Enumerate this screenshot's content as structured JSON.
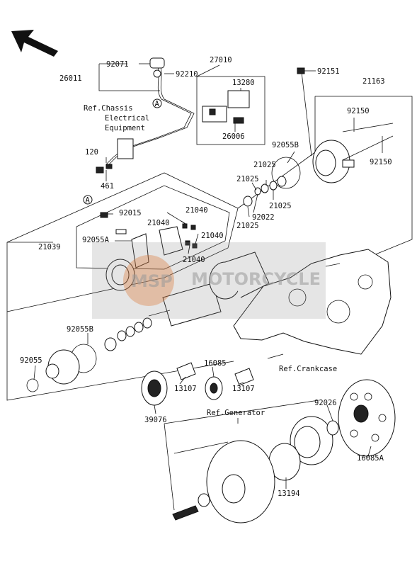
{
  "parts": {
    "p92071": "92071",
    "p92210": "92210",
    "p26011": "26011",
    "p27010": "27010",
    "p13280": "13280",
    "p26006": "26006",
    "p92151": "92151",
    "p21163": "21163",
    "p92150a": "92150",
    "p92150b": "92150",
    "p92055B_top": "92055B",
    "p21025a": "21025",
    "p21025b": "21025",
    "p21025c": "21025",
    "p21025d": "21025",
    "p92022": "92022",
    "p120": "120",
    "p461": "461",
    "p92015": "92015",
    "p21040a": "21040",
    "p21040b": "21040",
    "p21040c": "21040",
    "p21040d": "21040",
    "p92055A": "92055A",
    "p21039": "21039",
    "p92055B_left": "92055B",
    "p92055": "92055",
    "p16085": "16085",
    "p13107a": "13107",
    "p13107b": "13107",
    "p39076": "39076",
    "p92026": "92026",
    "p16085A": "16085A",
    "p13194": "13194"
  },
  "refs": {
    "chassis_line1": "Ref.Chassis",
    "chassis_line2": "Electrical",
    "chassis_line3": "Equipment",
    "crankcase": "Ref.Crankcase",
    "generator": "Ref.Generator",
    "marker_a1": "A",
    "marker_a2": "A"
  },
  "watermark": {
    "logo": "MSP",
    "text": "MOTORCYCLE"
  },
  "colors": {
    "line": "#111111",
    "watermark_logo": "#d9722e",
    "watermark_box": "#888888"
  }
}
